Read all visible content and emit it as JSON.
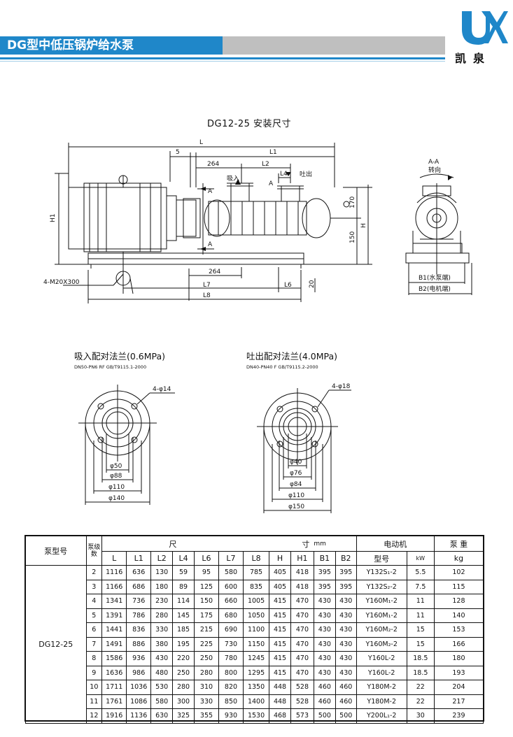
{
  "header": {
    "title": "DG型中低压锅炉给水泵",
    "brand": "凯泉",
    "colors": {
      "accent": "#1f87c9",
      "grey": "#bfbfbf"
    }
  },
  "drawing": {
    "title": "DG12-25  安装尺寸",
    "labels": {
      "L": "L",
      "L1": "L1",
      "L2": "L2",
      "L4": "L4",
      "L6": "L6",
      "L7": "L7",
      "L8": "L8",
      "five": "5",
      "d264_top": "264",
      "d264_bottom": "264",
      "A_top": "A",
      "A_bottom": "A",
      "A_mid": "A",
      "inlet": "吸入",
      "outlet": "吐出",
      "H1": "H1",
      "H": "H",
      "d170": "170",
      "d150": "150",
      "d20": "20",
      "bolts": "4-M20X300",
      "section": "A-A",
      "rotation": "转向",
      "B1": "B1(水泵端)",
      "B2": "B2(电机端)"
    }
  },
  "flanges": {
    "suction": {
      "title": "吸入配对法兰(0.6MPa)",
      "standard": "DN50-PN6 RF GB/T9115.1-2000",
      "holes": "4-φ14",
      "dims": [
        "φ50",
        "φ88",
        "φ110",
        "φ140"
      ]
    },
    "discharge": {
      "title": "吐出配对法兰(4.0MPa)",
      "standard": "DN40-PN40 F GB/T9115.2-2000",
      "holes": "4-φ18",
      "dims": [
        "φ40",
        "φ76",
        "φ84",
        "φ110",
        "φ150"
      ]
    }
  },
  "table": {
    "headers": {
      "model": "泵型号",
      "stages": "泵级数",
      "dims": "尺",
      "dims2": "寸",
      "unit": "mm",
      "motor": "电动机",
      "weight": "泵  重",
      "cols": [
        "L",
        "L1",
        "L2",
        "L4",
        "L6",
        "L7",
        "L8",
        "H",
        "H1",
        "B1",
        "B2"
      ],
      "motor_model": "型号",
      "motor_kw": "kW",
      "weight_unit": "kg"
    },
    "model": "DG12-25",
    "rows": [
      {
        "stage": "2",
        "L": "1116",
        "L1": "636",
        "L2": "130",
        "L4": "59",
        "L6": "95",
        "L7": "580",
        "L8": "785",
        "H": "405",
        "H1": "418",
        "B1": "395",
        "B2": "395",
        "motor": "Y132S₁-2",
        "kw": "5.5",
        "kg": "102"
      },
      {
        "stage": "3",
        "L": "1166",
        "L1": "686",
        "L2": "180",
        "L4": "89",
        "L6": "125",
        "L7": "600",
        "L8": "835",
        "H": "405",
        "H1": "418",
        "B1": "395",
        "B2": "395",
        "motor": "Y132S₂-2",
        "kw": "7.5",
        "kg": "115"
      },
      {
        "stage": "4",
        "L": "1341",
        "L1": "736",
        "L2": "230",
        "L4": "114",
        "L6": "150",
        "L7": "660",
        "L8": "1005",
        "H": "415",
        "H1": "470",
        "B1": "430",
        "B2": "430",
        "motor": "Y160M₁-2",
        "kw": "11",
        "kg": "128"
      },
      {
        "stage": "5",
        "L": "1391",
        "L1": "786",
        "L2": "280",
        "L4": "145",
        "L6": "175",
        "L7": "680",
        "L8": "1050",
        "H": "415",
        "H1": "470",
        "B1": "430",
        "B2": "430",
        "motor": "Y160M₁-2",
        "kw": "11",
        "kg": "140"
      },
      {
        "stage": "6",
        "L": "1441",
        "L1": "836",
        "L2": "330",
        "L4": "185",
        "L6": "215",
        "L7": "690",
        "L8": "1100",
        "H": "415",
        "H1": "470",
        "B1": "430",
        "B2": "430",
        "motor": "Y160M₂-2",
        "kw": "15",
        "kg": "153"
      },
      {
        "stage": "7",
        "L": "1491",
        "L1": "886",
        "L2": "380",
        "L4": "195",
        "L6": "225",
        "L7": "730",
        "L8": "1150",
        "H": "415",
        "H1": "470",
        "B1": "430",
        "B2": "430",
        "motor": "Y160M₂-2",
        "kw": "15",
        "kg": "166"
      },
      {
        "stage": "8",
        "L": "1586",
        "L1": "936",
        "L2": "430",
        "L4": "220",
        "L6": "250",
        "L7": "780",
        "L8": "1245",
        "H": "415",
        "H1": "470",
        "B1": "430",
        "B2": "430",
        "motor": "Y160L-2",
        "kw": "18.5",
        "kg": "180"
      },
      {
        "stage": "9",
        "L": "1636",
        "L1": "986",
        "L2": "480",
        "L4": "250",
        "L6": "280",
        "L7": "800",
        "L8": "1295",
        "H": "415",
        "H1": "470",
        "B1": "430",
        "B2": "430",
        "motor": "Y160L-2",
        "kw": "18.5",
        "kg": "193"
      },
      {
        "stage": "10",
        "L": "1711",
        "L1": "1036",
        "L2": "530",
        "L4": "280",
        "L6": "310",
        "L7": "820",
        "L8": "1350",
        "H": "448",
        "H1": "528",
        "B1": "460",
        "B2": "460",
        "motor": "Y180M-2",
        "kw": "22",
        "kg": "204"
      },
      {
        "stage": "11",
        "L": "1761",
        "L1": "1086",
        "L2": "580",
        "L4": "300",
        "L6": "330",
        "L7": "850",
        "L8": "1400",
        "H": "448",
        "H1": "528",
        "B1": "460",
        "B2": "460",
        "motor": "Y180M-2",
        "kw": "22",
        "kg": "217"
      },
      {
        "stage": "12",
        "L": "1916",
        "L1": "1136",
        "L2": "630",
        "L4": "325",
        "L6": "355",
        "L7": "930",
        "L8": "1530",
        "H": "468",
        "H1": "573",
        "B1": "500",
        "B2": "500",
        "motor": "Y200L₁-2",
        "kw": "30",
        "kg": "239"
      }
    ]
  }
}
